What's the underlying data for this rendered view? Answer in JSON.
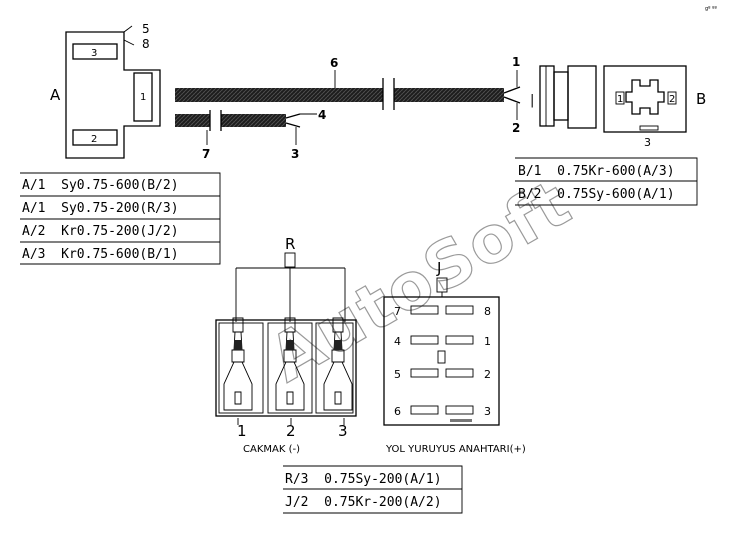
{
  "watermark": "AutoSoft",
  "corner_mark": "gº ºº",
  "connectors": {
    "a": {
      "label": "A",
      "pins": [
        "3",
        "1",
        "2"
      ]
    },
    "b": {
      "label": "B",
      "pins": [
        "1",
        "2",
        "3"
      ],
      "side_mark": "|"
    }
  },
  "callouts": [
    "5",
    "8",
    "6",
    "1",
    "2",
    "4",
    "3",
    "7"
  ],
  "tables": {
    "a": [
      "A/1  Sy0.75-600(B/2)",
      "A/1  Sy0.75-200(R/3)",
      "A/2  Kr0.75-200(J/2)",
      "A/3  Kr0.75-600(B/1)"
    ],
    "b": [
      "B/1  0.75Kr-600(A/3)",
      "B/2  0.75Sy-600(A/1)"
    ],
    "bottom": [
      "R/3  0.75Sy-200(A/1)",
      "J/2  0.75Kr-200(A/2)"
    ]
  },
  "r_connector": {
    "label": "R",
    "pin_numbers": [
      "1",
      "2",
      "3"
    ],
    "caption": "CAKMAK (-)"
  },
  "j_connector": {
    "label": "J",
    "left_numbers": [
      "7",
      "4",
      "5",
      "6"
    ],
    "right_numbers": [
      "8",
      "1",
      "2",
      "3"
    ],
    "caption": "YOL YURUYUS ANAHTARI(+)"
  }
}
